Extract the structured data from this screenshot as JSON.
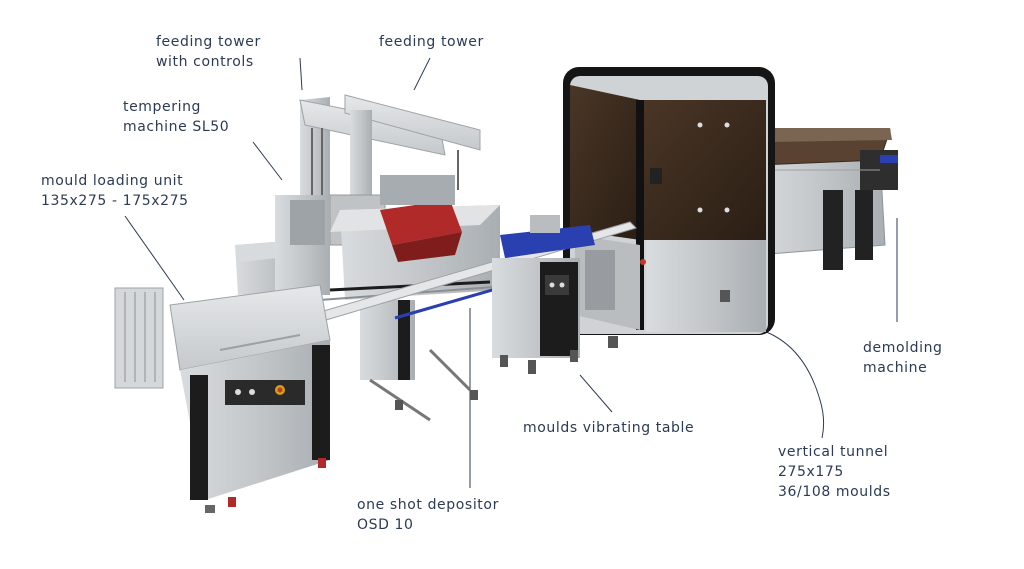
{
  "labels": {
    "feeding_tower_controls": {
      "line1": "feeding tower",
      "line2": "with controls"
    },
    "feeding_tower": {
      "line1": "feeding tower"
    },
    "tempering_machine": {
      "line1": "tempering",
      "line2": "machine SL50"
    },
    "mould_loading_unit": {
      "line1": "mould loading unit",
      "line2": "135x275 - 175x275"
    },
    "demolding_machine": {
      "line1": "demolding",
      "line2": "machine"
    },
    "moulds_vibrating_table": {
      "line1": "moulds vibrating table"
    },
    "vertical_tunnel": {
      "line1": "vertical tunnel",
      "line2": "275x175",
      "line3": "36/108 moulds"
    },
    "one_shot_depositor": {
      "line1": "one shot depositor",
      "line2": "OSD 10"
    }
  },
  "colors": {
    "label_text": "#2c3a55",
    "leader_line": "#2c3a55",
    "steel": "#c9ccce",
    "steel_dark": "#9ea3a7",
    "cabinet_black": "#1c1c1c",
    "tunnel_glass": "#3a2a1e",
    "chocolate_red": "#b02a2a",
    "conveyor_blue": "#2a3fb0"
  }
}
